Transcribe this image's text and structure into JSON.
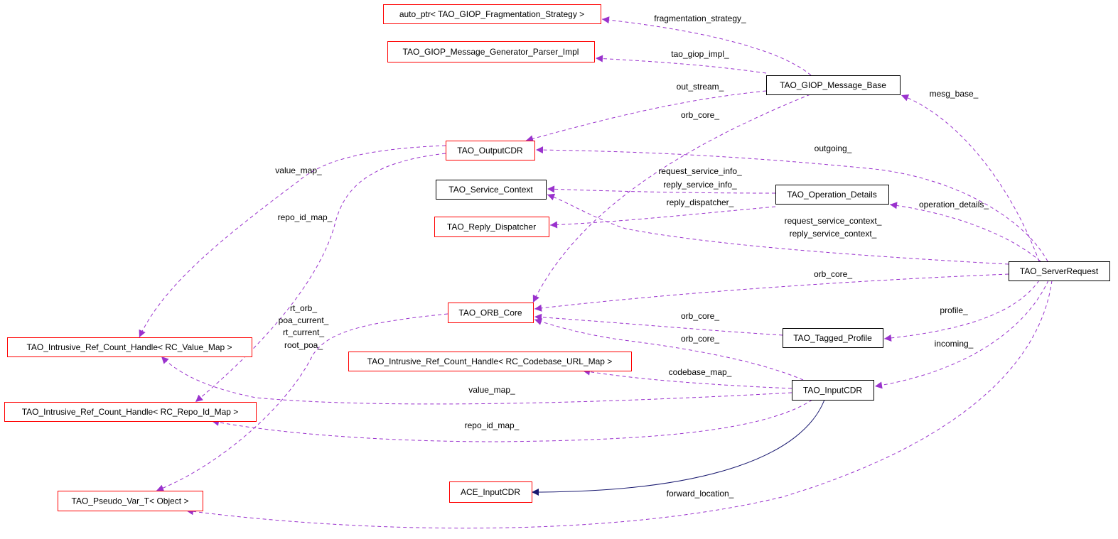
{
  "colors": {
    "usage_edge": "#9a32cd",
    "inheritance_edge": "#191970",
    "incomplete_border": "#ff0000",
    "complete_border": "#000000",
    "focus_fill": "#bfbfbf",
    "node_fill": "#ffffff"
  },
  "nodes": {
    "server_request": {
      "label": "TAO_ServerRequest",
      "style": "focus"
    },
    "auto_ptr": {
      "label": "auto_ptr< TAO_GIOP_Fragmentation_Strategy >",
      "style": "incomplete"
    },
    "msg_gen_parser": {
      "label": "TAO_GIOP_Message_Generator_Parser_Impl",
      "style": "incomplete"
    },
    "giop_msg_base": {
      "label": "TAO_GIOP_Message_Base",
      "style": "complete"
    },
    "output_cdr": {
      "label": "TAO_OutputCDR",
      "style": "incomplete"
    },
    "service_context": {
      "label": "TAO_Service_Context",
      "style": "complete"
    },
    "operation_details": {
      "label": "TAO_Operation_Details",
      "style": "complete"
    },
    "reply_dispatcher": {
      "label": "TAO_Reply_Dispatcher",
      "style": "incomplete"
    },
    "orb_core": {
      "label": "TAO_ORB_Core",
      "style": "incomplete"
    },
    "tagged_profile": {
      "label": "TAO_Tagged_Profile",
      "style": "complete"
    },
    "value_map_handle": {
      "label": "TAO_Intrusive_Ref_Count_Handle< RC_Value_Map >",
      "style": "incomplete"
    },
    "codebase_handle": {
      "label": "TAO_Intrusive_Ref_Count_Handle< RC_Codebase_URL_Map >",
      "style": "incomplete"
    },
    "input_cdr": {
      "label": "TAO_InputCDR",
      "style": "complete"
    },
    "repo_id_handle": {
      "label": "TAO_Intrusive_Ref_Count_Handle< RC_Repo_Id_Map >",
      "style": "incomplete"
    },
    "pseudo_var": {
      "label": "TAO_Pseudo_Var_T< Object >",
      "style": "incomplete"
    },
    "ace_input_cdr": {
      "label": "ACE_InputCDR",
      "style": "incomplete"
    }
  },
  "edges": [
    {
      "id": "fragmentation-strategy",
      "from": "giop_msg_base",
      "to": "auto_ptr",
      "kind": "usage",
      "labels": [
        "fragmentation_strategy_"
      ]
    },
    {
      "id": "tao-giop-impl",
      "from": "giop_msg_base",
      "to": "msg_gen_parser",
      "kind": "usage",
      "labels": [
        "tao_giop_impl_"
      ]
    },
    {
      "id": "out-stream",
      "from": "giop_msg_base",
      "to": "output_cdr",
      "kind": "usage",
      "labels": [
        "out_stream_"
      ]
    },
    {
      "id": "giop-orb-core",
      "from": "giop_msg_base",
      "to": "orb_core",
      "kind": "usage",
      "labels": [
        "orb_core_"
      ]
    },
    {
      "id": "mesg-base",
      "from": "server_request",
      "to": "giop_msg_base",
      "kind": "usage",
      "labels": [
        "mesg_base_"
      ]
    },
    {
      "id": "outgoing",
      "from": "server_request",
      "to": "output_cdr",
      "kind": "usage",
      "labels": [
        "outgoing_"
      ]
    },
    {
      "id": "service-info",
      "from": "operation_details",
      "to": "service_context",
      "kind": "usage",
      "labels": [
        "request_service_info_",
        "reply_service_info_"
      ]
    },
    {
      "id": "reply-dispatcher",
      "from": "operation_details",
      "to": "reply_dispatcher",
      "kind": "usage",
      "labels": [
        "reply_dispatcher_"
      ]
    },
    {
      "id": "operation-details",
      "from": "server_request",
      "to": "operation_details",
      "kind": "usage",
      "labels": [
        "operation_details_"
      ]
    },
    {
      "id": "service-context",
      "from": "server_request",
      "to": "service_context",
      "kind": "usage",
      "labels": [
        "request_service_context_",
        "reply_service_context_"
      ]
    },
    {
      "id": "sr-orb-core",
      "from": "server_request",
      "to": "orb_core",
      "kind": "usage",
      "labels": [
        "orb_core_"
      ]
    },
    {
      "id": "tp-orb-core",
      "from": "tagged_profile",
      "to": "orb_core",
      "kind": "usage",
      "labels": [
        "orb_core_"
      ]
    },
    {
      "id": "icdr-orb-core",
      "from": "input_cdr",
      "to": "orb_core",
      "kind": "usage",
      "labels": [
        "orb_core_"
      ]
    },
    {
      "id": "profile",
      "from": "server_request",
      "to": "tagged_profile",
      "kind": "usage",
      "labels": [
        "profile_"
      ]
    },
    {
      "id": "incoming",
      "from": "server_request",
      "to": "input_cdr",
      "kind": "usage",
      "labels": [
        "incoming_"
      ]
    },
    {
      "id": "ocdr-value-map",
      "from": "output_cdr",
      "to": "value_map_handle",
      "kind": "usage",
      "labels": [
        "value_map_"
      ]
    },
    {
      "id": "ocdr-repo-id-map",
      "from": "output_cdr",
      "to": "repo_id_handle",
      "kind": "usage",
      "labels": [
        "repo_id_map_"
      ]
    },
    {
      "id": "orb-pseudo-var",
      "from": "orb_core",
      "to": "pseudo_var",
      "kind": "usage",
      "labels": [
        "rt_orb_",
        "poa_current_",
        "rt_current_",
        "root_poa_"
      ]
    },
    {
      "id": "codebase-map",
      "from": "input_cdr",
      "to": "codebase_handle",
      "kind": "usage",
      "labels": [
        "codebase_map_"
      ]
    },
    {
      "id": "icdr-value-map",
      "from": "input_cdr",
      "to": "value_map_handle",
      "kind": "usage",
      "labels": [
        "value_map_"
      ]
    },
    {
      "id": "icdr-repo-id-map",
      "from": "input_cdr",
      "to": "repo_id_handle",
      "kind": "usage",
      "labels": [
        "repo_id_map_"
      ]
    },
    {
      "id": "inherit-ace",
      "from": "input_cdr",
      "to": "ace_input_cdr",
      "kind": "inheritance",
      "labels": []
    },
    {
      "id": "forward-location",
      "from": "server_request",
      "to": "pseudo_var",
      "kind": "usage",
      "labels": [
        "forward_location_"
      ]
    }
  ]
}
